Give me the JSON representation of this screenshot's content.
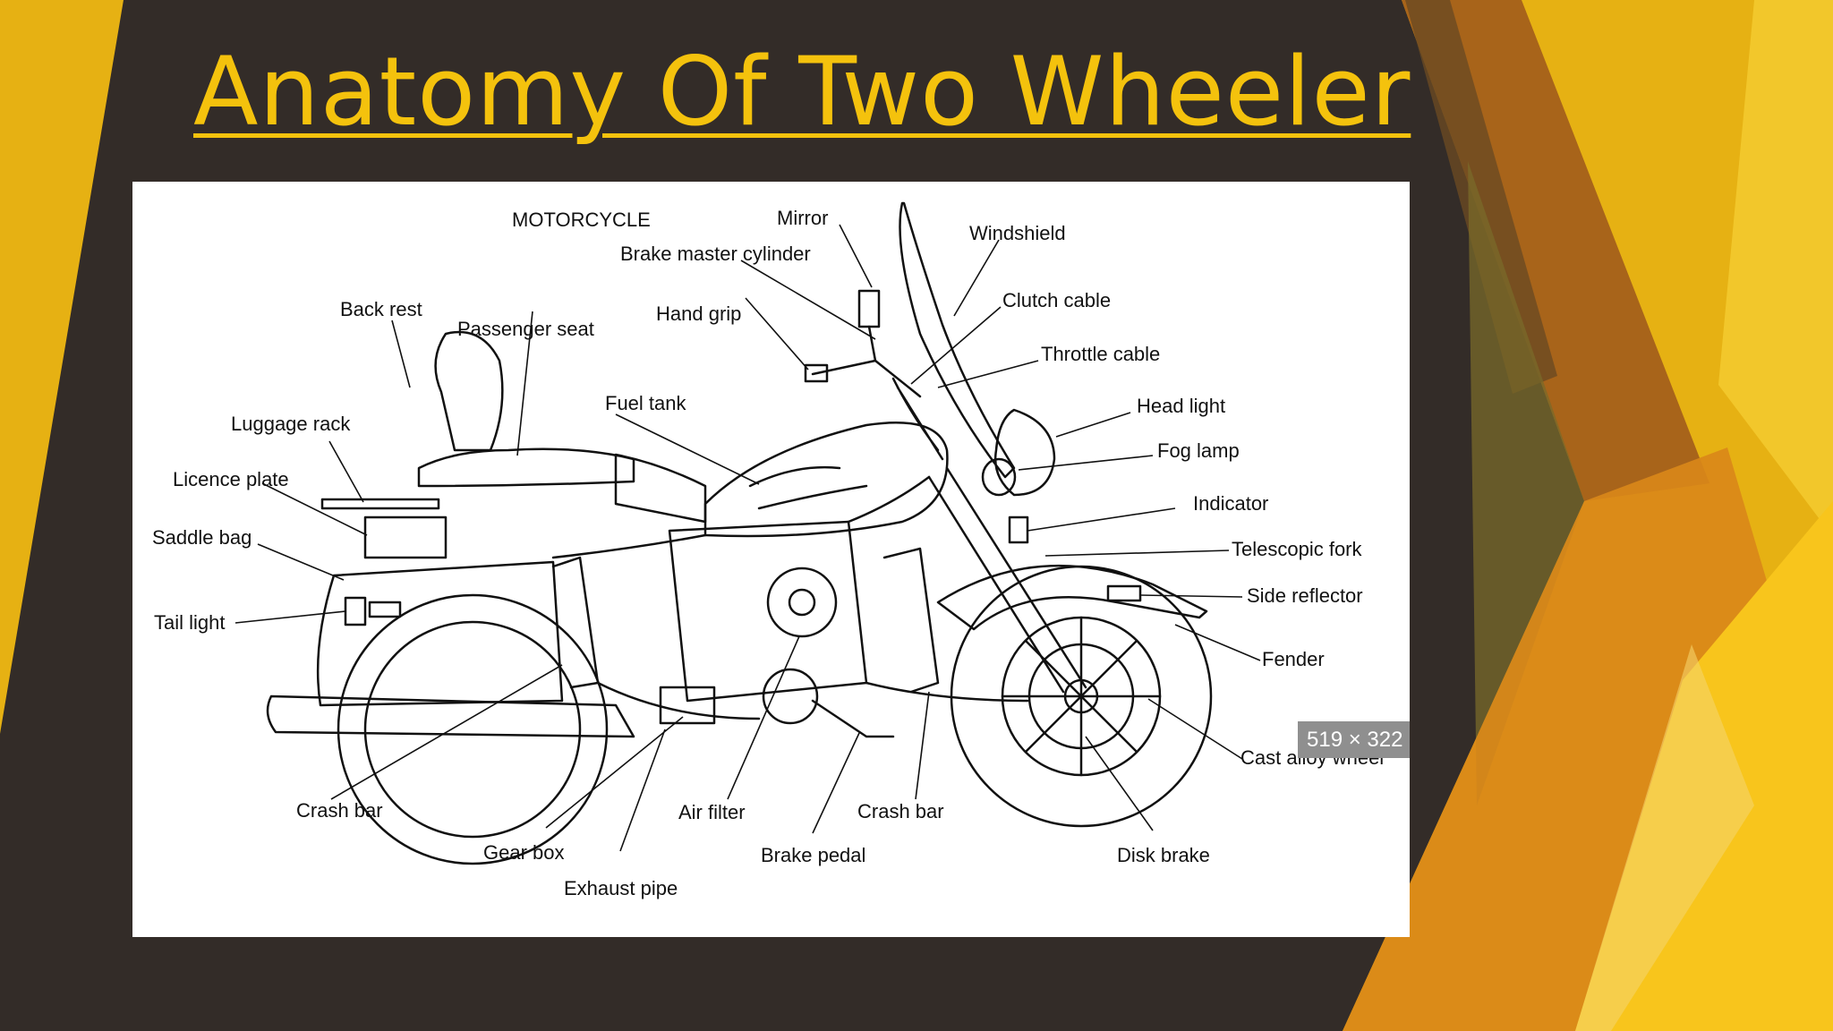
{
  "slide": {
    "title": "Anatomy Of Two Wheeler",
    "colors": {
      "background": "#332c28",
      "title": "#f4c20d",
      "accent_gold": "#e6b113",
      "accent_orange": "#d9871a",
      "accent_brown": "#a0581a"
    }
  },
  "diagram": {
    "heading": "MOTORCYCLE",
    "image_size_badge": "519 × 322",
    "labels": {
      "mirror": "Mirror",
      "windshield": "Windshield",
      "brake_master_cylinder": "Brake master cylinder",
      "back_rest": "Back rest",
      "passenger_seat": "Passenger seat",
      "hand_grip": "Hand grip",
      "clutch_cable": "Clutch cable",
      "throttle_cable": "Throttle cable",
      "fuel_tank": "Fuel tank",
      "luggage_rack": "Luggage rack",
      "head_light": "Head light",
      "fog_lamp": "Fog lamp",
      "licence_plate": "Licence plate",
      "indicator": "Indicator",
      "saddle_bag": "Saddle bag",
      "telescopic_fork": "Telescopic fork",
      "side_reflector": "Side reflector",
      "tail_light": "Tail light",
      "fender": "Fender",
      "cast_alloy_wheel": "Cast alloy wheel",
      "crash_bar_rear": "Crash bar",
      "air_filter": "Air filter",
      "crash_bar_front": "Crash bar",
      "gear_box": "Gear box",
      "brake_pedal": "Brake pedal",
      "disk_brake": "Disk brake",
      "exhaust_pipe": "Exhaust pipe"
    }
  }
}
